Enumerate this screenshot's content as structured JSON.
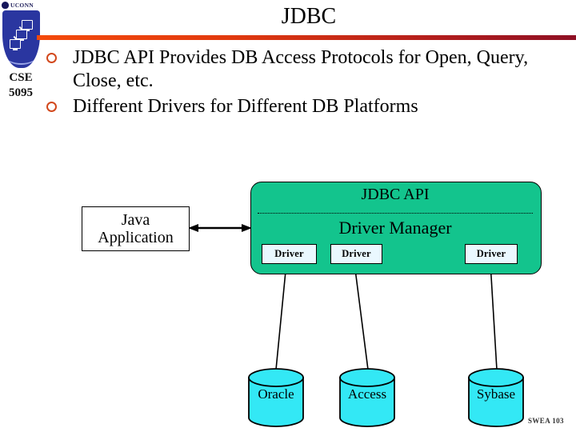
{
  "branding": {
    "wordmark": "UCONN",
    "shield_icon": "uconn-shield-network-icon",
    "course_code_line1": "CSE",
    "course_code_line2": "5095"
  },
  "header": {
    "title": "JDBC"
  },
  "bullets": [
    {
      "marker": "hollow-circle",
      "text": "JDBC API Provides DB Access Protocols for Open, Query, Close, etc."
    },
    {
      "marker": "hollow-circle",
      "text": "Different Drivers for Different DB Platforms"
    }
  ],
  "diagram": {
    "client": {
      "label": "Java\nApplication",
      "label_line1": "Java",
      "label_line2": "Application"
    },
    "api_box": {
      "title": "JDBC API",
      "subtitle": "Driver Manager",
      "fill_color": "#13c48d"
    },
    "drivers": [
      {
        "label": "Driver"
      },
      {
        "label": "Driver"
      },
      {
        "label": "Driver"
      }
    ],
    "databases": [
      {
        "label": "Oracle",
        "fill_color": "#33e8f5"
      },
      {
        "label": "Access",
        "fill_color": "#33e8f5"
      },
      {
        "label": "Sybase",
        "fill_color": "#33e8f5"
      }
    ],
    "connector": "double-headed-arrow"
  },
  "footer": {
    "note": "SWEA 103"
  },
  "colors": {
    "title_rule_start": "#f44a0c",
    "title_rule_end": "#8e1024",
    "bullet_marker": "#d2481c",
    "shield_blue": "#2a36a0",
    "api_green": "#13c48d",
    "db_cyan": "#33e8f5",
    "driver_box": "#eaf8ff"
  }
}
